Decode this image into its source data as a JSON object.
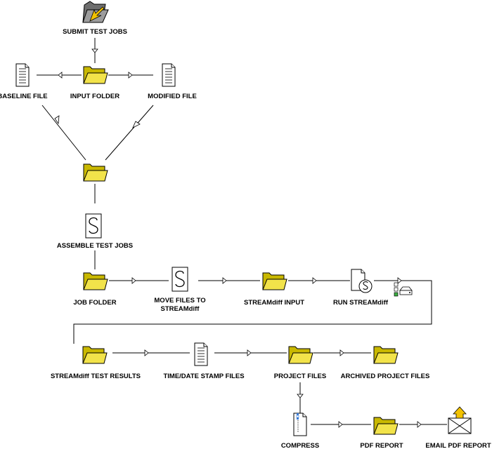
{
  "diagram": {
    "nodes": {
      "submit_test_jobs": "SUBMIT TEST JOBS",
      "baseline_file": "BASELINE FILE",
      "input_folder": "INPUT FOLDER",
      "modified_file": "MODIFIED FILE",
      "assemble_test_jobs": "ASSEMBLE TEST JOBS",
      "job_folder": "JOB FOLDER",
      "move_files_line1": "MOVE FILES TO",
      "move_files_line2": "STREAMdiff",
      "streamdiff_input": "STREAMdiff INPUT",
      "run_streamdiff": "RUN STREAMdiff",
      "streamdiff_test_results": "STREAMdiff TEST RESULTS",
      "time_date_stamp_files": "TIME/DATE STAMP FILES",
      "project_files": "PROJECT FILES",
      "archived_project_files": "ARCHIVED PROJECT FILES",
      "compress": "COMPRESS",
      "pdf_report": "PDF REPORT",
      "email_pdf_report": "EMAIL PDF REPORT"
    },
    "icons": {
      "submit": "submit-folder-icon",
      "script": "script-s-icon",
      "run": "run-streamdiff-icon",
      "server": "server-icon",
      "compress": "zip-file-icon",
      "email": "email-icon"
    },
    "colors": {
      "folder": "#f2e34a",
      "folder_back": "#c9b800",
      "submit_folder": "#8a8a8a",
      "accent_arrow": "#f2c200"
    }
  }
}
